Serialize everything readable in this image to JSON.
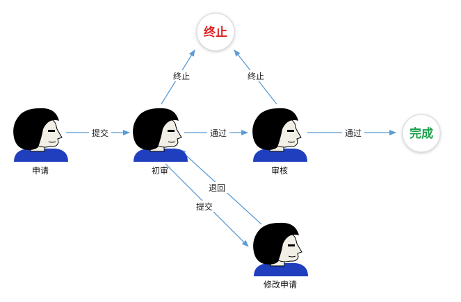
{
  "nodes": {
    "apply": {
      "label": "申请"
    },
    "first_review": {
      "label": "初审"
    },
    "review": {
      "label": "审核"
    },
    "modify_apply": {
      "label": "修改申请"
    }
  },
  "states": {
    "terminate": {
      "label": "终止",
      "color": "#e02020"
    },
    "complete": {
      "label": "完成",
      "color": "#1aa04a"
    }
  },
  "edges": {
    "apply_to_first": "提交",
    "first_to_review": "通过",
    "review_to_complete": "通过",
    "first_to_terminate": "终止",
    "review_to_terminate": "终止",
    "modify_to_first": "退回",
    "first_to_modify": "提交"
  },
  "colors": {
    "arrow": "#5b9bd5",
    "shirt": "#1f3fbf",
    "hair": "#000000",
    "skin": "#f2efe6",
    "circle_border": "#d8d8d8"
  },
  "icons": {
    "person": "person-icon",
    "arrow": "arrow-head-icon"
  }
}
